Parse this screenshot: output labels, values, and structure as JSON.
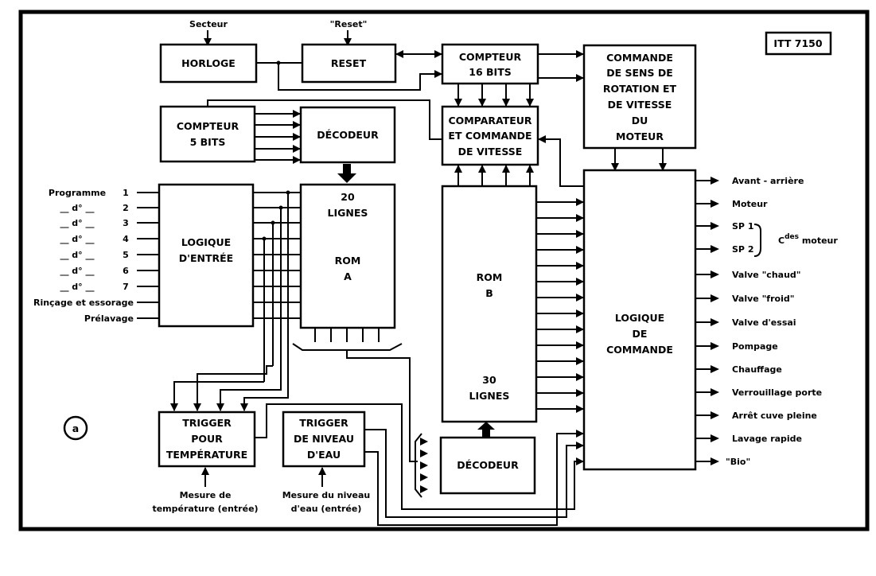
{
  "reference": "ITT 7150",
  "figure_label": "a",
  "top_inputs": {
    "secteur": "Secteur",
    "reset": "\"Reset\""
  },
  "blocks": {
    "horloge": [
      "HORLOGE"
    ],
    "reset": [
      "RESET"
    ],
    "compteur16": [
      "COMPTEUR",
      "16 BITS"
    ],
    "commande_moteur": [
      "COMMANDE",
      "DE SENS DE",
      "ROTATION ET",
      "DE VITESSE",
      "DU",
      "MOTEUR"
    ],
    "compteur5": [
      "COMPTEUR",
      "5 BITS"
    ],
    "decodeur_a": [
      "DÉCODEUR"
    ],
    "comparateur": [
      "COMPARATEUR",
      "ET COMMANDE",
      "DE VITESSE"
    ],
    "logique_entree": [
      "LOGIQUE",
      "D'ENTRÉE"
    ],
    "rom_a": [
      "20",
      "LIGNES",
      "ROM",
      "A"
    ],
    "rom_b": [
      "ROM",
      "B",
      "30",
      "LIGNES"
    ],
    "logique_commande": [
      "LOGIQUE",
      "DE",
      "COMMANDE"
    ],
    "trigger_temp": [
      "TRIGGER",
      "POUR",
      "TEMPÉRATURE"
    ],
    "trigger_eau": [
      "TRIGGER",
      "DE NIVEAU",
      "D'EAU"
    ],
    "decodeur_b": [
      "DÉCODEUR"
    ]
  },
  "program_inputs": [
    {
      "label": "Programme",
      "num": "1"
    },
    {
      "label": "__ d° __",
      "num": "2"
    },
    {
      "label": "__ d° __",
      "num": "3"
    },
    {
      "label": "__ d° __",
      "num": "4"
    },
    {
      "label": "__ d° __",
      "num": "5"
    },
    {
      "label": "__ d° __",
      "num": "6"
    },
    {
      "label": "__ d° __",
      "num": "7"
    },
    {
      "label": "Rinçage et essorage",
      "num": ""
    },
    {
      "label": "Prélavage",
      "num": ""
    }
  ],
  "sensor_inputs": {
    "temperature": [
      "Mesure de",
      "température (entrée)"
    ],
    "water_level": [
      "Mesure du niveau",
      "d'eau (entrée)"
    ]
  },
  "outputs": [
    "Avant - arrière",
    "Moteur",
    "SP 1",
    "SP 2",
    "Valve \"chaud\"",
    "Valve \"froid\"",
    "Valve d'essai",
    "Pompage",
    "Chauffage",
    "Verrouillage porte",
    "Arrêt cuve pleine",
    "Lavage rapide",
    "\"Bio\""
  ],
  "sp_bracket_label": {
    "prefix": "C",
    "sup": "des",
    "suffix": " moteur"
  }
}
